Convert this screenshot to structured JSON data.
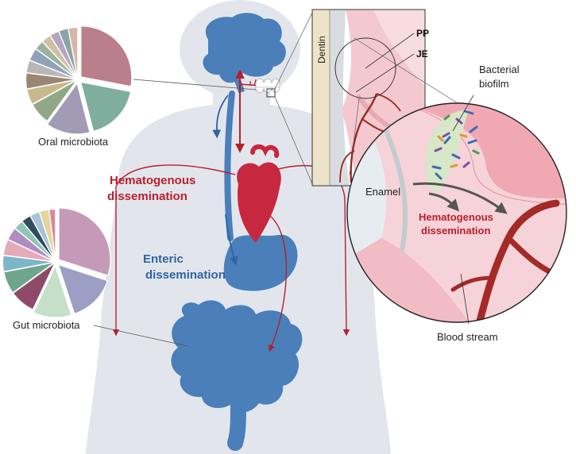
{
  "labels": {
    "oral_microbiota": "Oral microbiota",
    "gut_microbiota": "Gut microbiota",
    "hematogenous_1": "Hematogenous",
    "hematogenous_2": "dissemination",
    "enteric_1": "Enteric",
    "enteric_2": "dissemination",
    "dentin": "Dentin",
    "pp": "PP",
    "je": "JE",
    "bacterial_1": "Bacterial",
    "bacterial_2": "biofilm",
    "enamel": "Enamel",
    "zoom_hema_1": "Hematogenous",
    "zoom_hema_2": "dissemination",
    "blood_stream": "Blood stream"
  },
  "colors": {
    "body": "#e2e6ec",
    "organ_blue": "#4a7fba",
    "heart_red": "#c7283f",
    "label_red": "#b81f2c",
    "label_blue": "#2e63a6",
    "gum": "#f3c9cf",
    "vessel": "#9b2a24"
  },
  "oral_pie": [
    {
      "value": 28,
      "color": "#b97f8a"
    },
    {
      "value": 18,
      "color": "#7fae9f"
    },
    {
      "value": 14,
      "color": "#a19bb6"
    },
    {
      "value": 7,
      "color": "#90a888"
    },
    {
      "value": 5,
      "color": "#c8b88c"
    },
    {
      "value": 5,
      "color": "#9b8573"
    },
    {
      "value": 4,
      "color": "#b7b7b7"
    },
    {
      "value": 4,
      "color": "#8fa2b8"
    },
    {
      "value": 3,
      "color": "#9bb29c"
    },
    {
      "value": 3,
      "color": "#cfc0a4"
    },
    {
      "value": 3,
      "color": "#b5a4c2"
    },
    {
      "value": 3,
      "color": "#8aa4a7"
    },
    {
      "value": 3,
      "color": "#d8b6a6"
    }
  ],
  "gut_pie": [
    {
      "value": 30,
      "color": "#c59ab9"
    },
    {
      "value": 15,
      "color": "#9c9ec3"
    },
    {
      "value": 12,
      "color": "#c6dfc9"
    },
    {
      "value": 8,
      "color": "#8e4a68"
    },
    {
      "value": 7,
      "color": "#6fa58d"
    },
    {
      "value": 5,
      "color": "#7db5c9"
    },
    {
      "value": 5,
      "color": "#e6a9b8"
    },
    {
      "value": 4,
      "color": "#b18cc0"
    },
    {
      "value": 3,
      "color": "#8fc4b6"
    },
    {
      "value": 3,
      "color": "#2f4d5c"
    },
    {
      "value": 3,
      "color": "#a8c2d8"
    },
    {
      "value": 3,
      "color": "#e7d49a"
    },
    {
      "value": 2,
      "color": "#d88a9a"
    }
  ]
}
